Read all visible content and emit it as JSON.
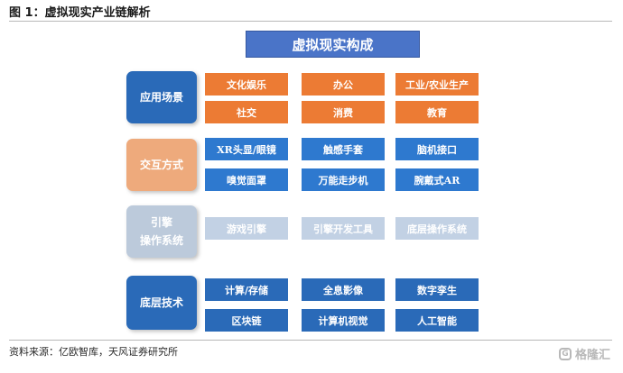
{
  "figure": {
    "title": "图 1：虚拟现实产业链解析",
    "source": "资料来源：亿欧智库，天风证券研究所",
    "watermark": "格隆汇"
  },
  "diagram": {
    "header": "虚拟现实构成",
    "categories": {
      "application": {
        "label": "应用场景",
        "items": [
          "文化娱乐",
          "办公",
          "工业/农业生产",
          "社交",
          "消费",
          "教育"
        ]
      },
      "interaction": {
        "label": "交互方式",
        "items": [
          "XR头显/眼镜",
          "触感手套",
          "脑机接口",
          "嗅觉面罩",
          "万能走步机",
          "腕戴式AR"
        ]
      },
      "engine": {
        "label_line1": "引擎",
        "label_line2": "操作系统",
        "items": [
          "游戏引擎",
          "引擎开发工具",
          "底层操作系统"
        ]
      },
      "base": {
        "label": "底层技术",
        "items": [
          "计算/存储",
          "全息影像",
          "数字孪生",
          "区块链",
          "计算机视觉",
          "人工智能"
        ]
      }
    }
  },
  "colors": {
    "header": "#4a74c8",
    "application_cat": "#2a6ab8",
    "application_items": "#ec7b34",
    "interaction_cat": "#eeaa7c",
    "interaction_items": "#2e79cf",
    "engine_cat": "#bccadb",
    "engine_items": "#c2d1e4",
    "base_cat": "#2a6ab8",
    "base_items": "#2a6ab8"
  }
}
